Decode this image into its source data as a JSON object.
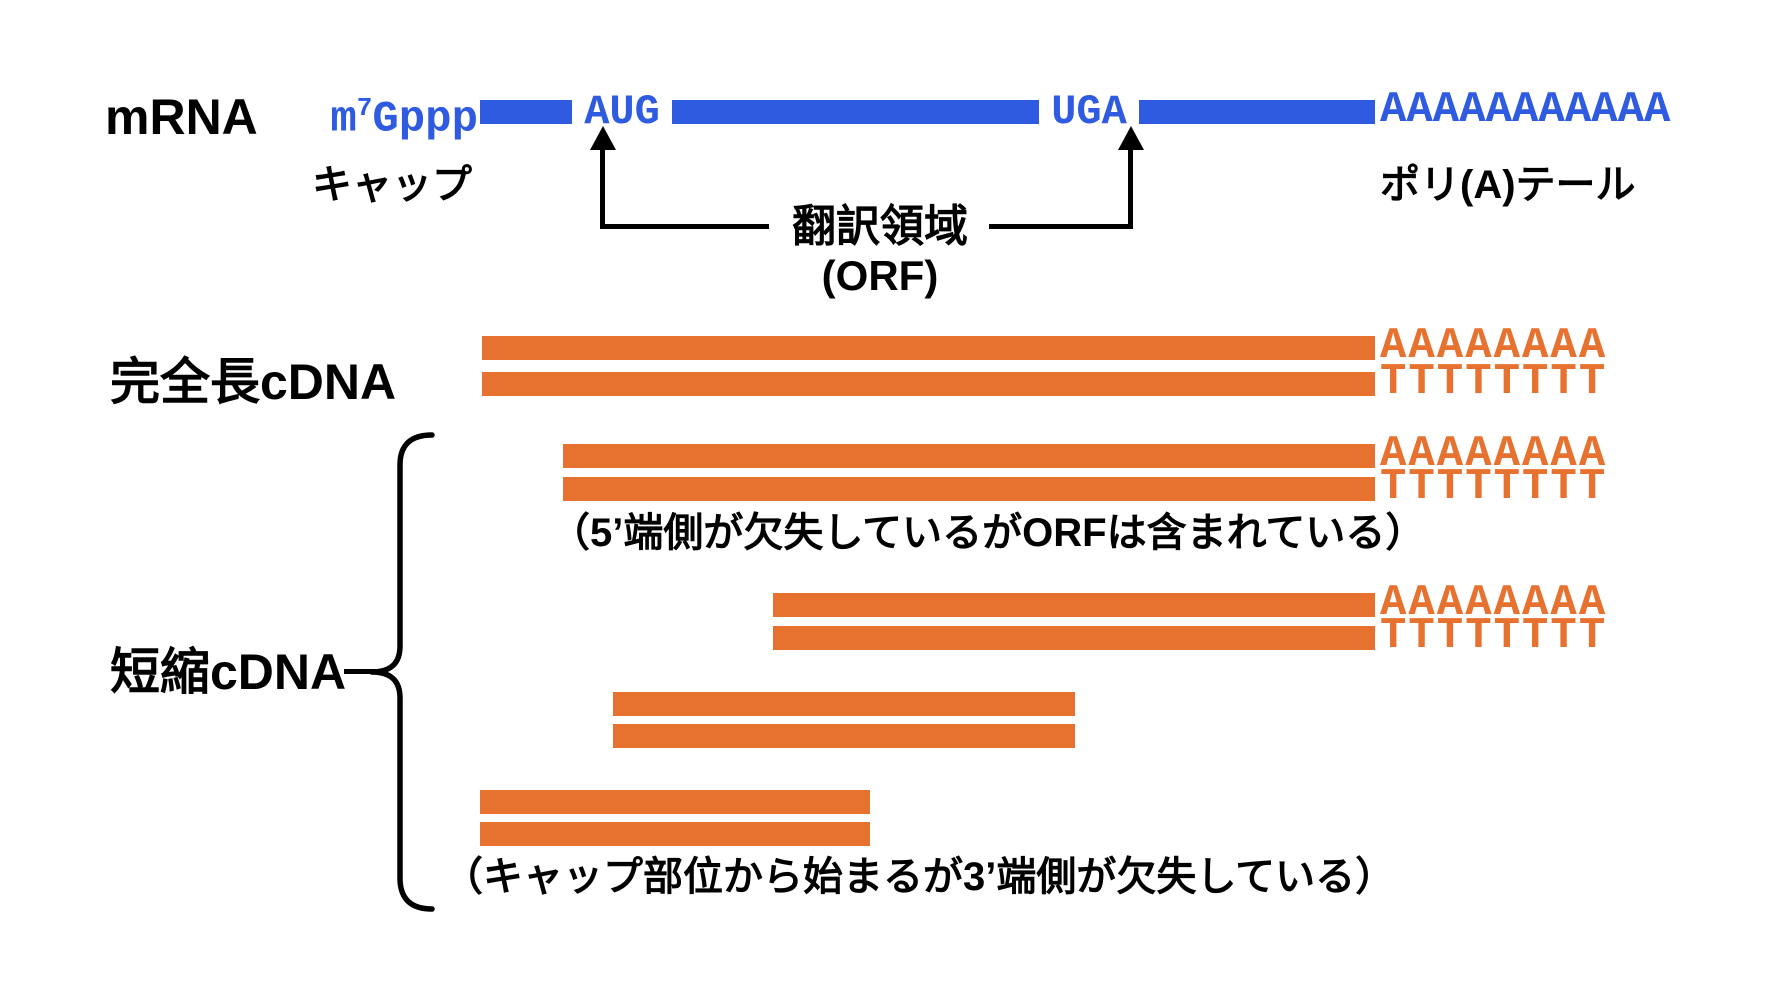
{
  "colors": {
    "rna_blue": "#2E5BE0",
    "cdna_orange": "#E7712E"
  },
  "mrna": {
    "label": "mRNA",
    "cap_base": "m",
    "cap_superscript": "7",
    "cap_tail": "Gppp",
    "start_codon": "AUG",
    "stop_codon": "UGA",
    "polya": "AAAAAAAAAAA",
    "cap_annotation": "キャップ",
    "polya_annotation": "ポリ(A)テール",
    "orf_label": "翻訳領域",
    "orf_sublabel": "(ORF)"
  },
  "cdna": {
    "full_length": {
      "label": "完全長cDNA",
      "tail_a": "AAAAAAAA",
      "tail_t": "TTTTTTTT"
    },
    "truncated": {
      "label": "短縮cDNA",
      "note_5prime": "（5’端側が欠失しているがORFは含まれている）",
      "note_3prime": "（キャップ部位から始まるが3’端側が欠失している）",
      "clone1": {
        "tail_a": "AAAAAAAA",
        "tail_t": "TTTTTTTT"
      },
      "clone2": {
        "tail_a": "AAAAAAAA",
        "tail_t": "TTTTTTTT"
      }
    }
  }
}
